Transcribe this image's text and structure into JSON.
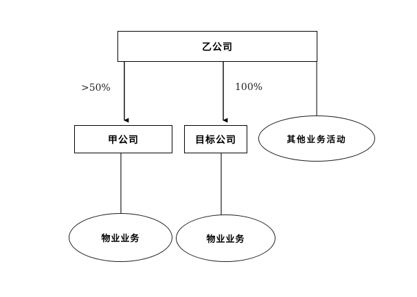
{
  "diagram": {
    "title": "",
    "nodes": {
      "parent": {
        "label": "乙公司",
        "shape": "rectangle"
      },
      "subsidiary_a": {
        "label": "甲公司",
        "shape": "rectangle"
      },
      "target": {
        "label": "目标公司",
        "shape": "rectangle"
      },
      "other_activities": {
        "label": "其他业务活动",
        "shape": "ellipse"
      },
      "property_left": {
        "label": "物业业务",
        "shape": "ellipse"
      },
      "property_right": {
        "label": "物业业务",
        "shape": "ellipse"
      }
    },
    "edges": [
      {
        "from": "parent",
        "to": "subsidiary_a",
        "label": ">50%",
        "arrow": true
      },
      {
        "from": "parent",
        "to": "target",
        "label": "100%",
        "arrow": true
      },
      {
        "from": "parent",
        "to": "other_activities",
        "label": "",
        "arrow": false
      },
      {
        "from": "subsidiary_a",
        "to": "property_left",
        "label": "",
        "arrow": false
      },
      {
        "from": "target",
        "to": "property_right",
        "label": "",
        "arrow": false
      }
    ],
    "colors": {
      "stroke": "#000000",
      "ellipse_stroke": "#1a1a1a",
      "plain_connector": "#808080",
      "background": "#ffffff",
      "text": "#000000",
      "edge_label_text": "#231f20"
    }
  }
}
